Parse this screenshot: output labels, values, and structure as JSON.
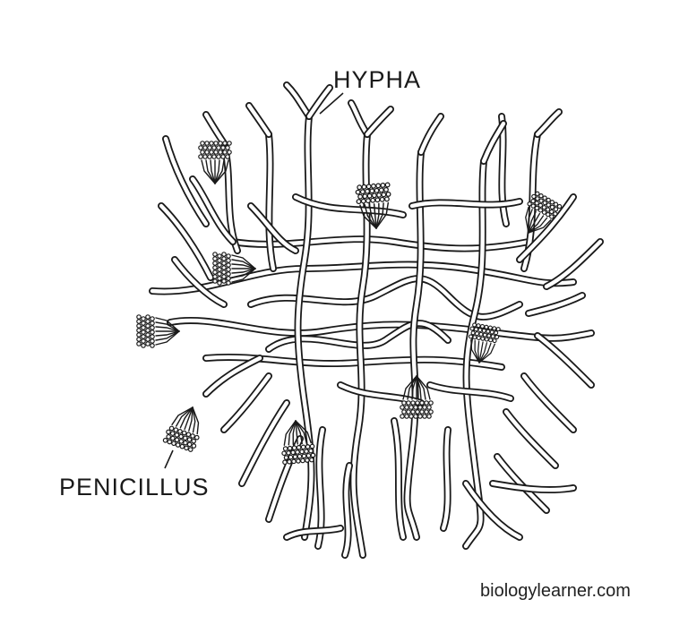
{
  "labels": {
    "hypha": "HYPHA",
    "penicillus": "PENICILLUS"
  },
  "watermark": "biologylearner.com",
  "colors": {
    "background": "#ffffff",
    "ink": "#1a1a1a"
  }
}
